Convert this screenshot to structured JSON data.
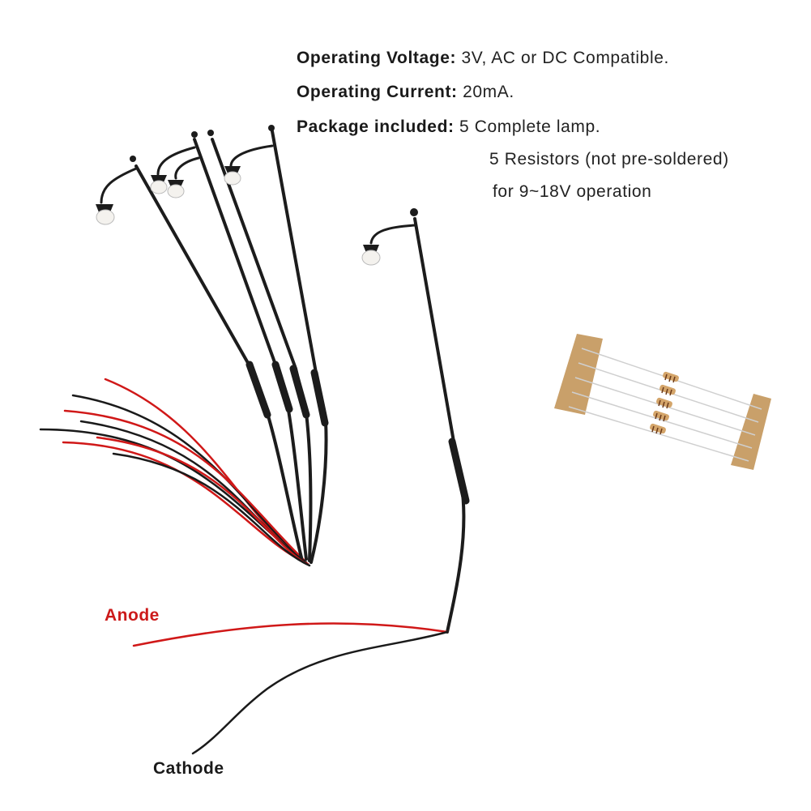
{
  "specs": {
    "voltage_label": "Operating Voltage:",
    "voltage_value": "3V, AC or DC Compatible.",
    "current_label": "Operating Current:",
    "current_value": "20mA.",
    "package_label": "Package included:",
    "package_value_1": "5 Complete lamp.",
    "package_value_2": "5 Resistors (not pre-soldered)",
    "package_value_3": "for 9~18V operation"
  },
  "labels": {
    "anode": "Anode",
    "cathode": "Cathode"
  },
  "colors": {
    "anode_wire": "#d01818",
    "cathode_wire": "#1a1a1a",
    "lamp_post": "#1c1c1c",
    "tape": "#c9a06a"
  }
}
